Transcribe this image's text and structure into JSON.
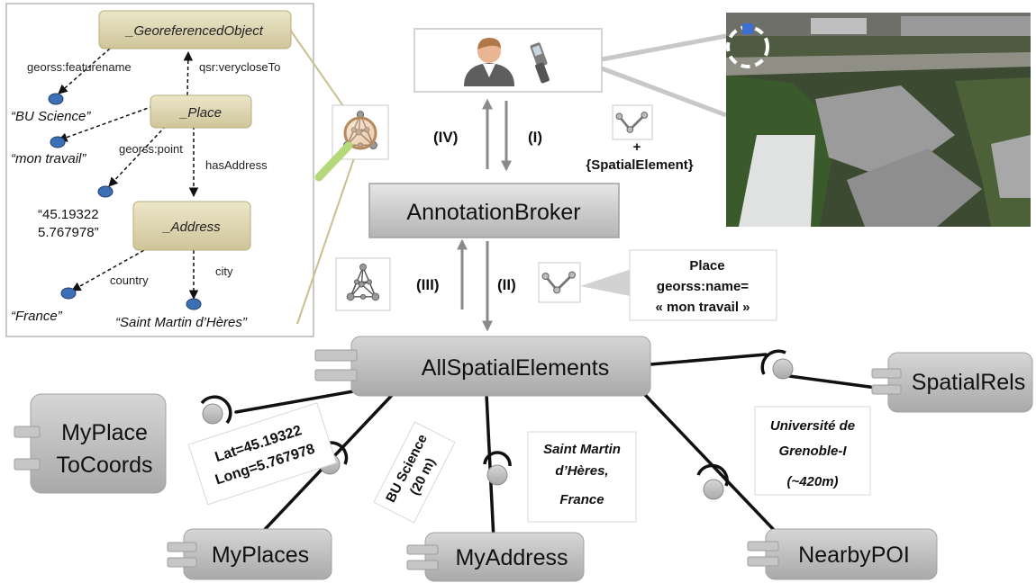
{
  "ontology": {
    "nodes": {
      "georef": "_GeoreferencedObject",
      "place": "_Place",
      "address": "_Address"
    },
    "edges": {
      "featurename": "georss:featurename",
      "verycloseto": "qsr:verycloseTo",
      "point": "georss:point",
      "hasaddress": "hasAddress",
      "country": "country",
      "city": "city"
    },
    "literals": {
      "bu_science": "“BU Science”",
      "mon_travail": "“mon travail”",
      "coords_line1": "“45.19322",
      "coords_line2": "5.767978”",
      "france": "“France”",
      "saint_martin": "“Saint Martin d’Hères”"
    }
  },
  "components": {
    "broker": "AnnotationBroker",
    "all_spatial": "AllSpatialElements",
    "myplace_to_coords_line1": "MyPlace",
    "myplace_to_coords_line2": "ToCoords",
    "myplaces": "MyPlaces",
    "myaddress": "MyAddress",
    "nearby_poi": "NearbyPOI",
    "spatial_rels": "SpatialRels"
  },
  "steps": {
    "i": "(I)",
    "ii": "(II)",
    "iii": "(III)",
    "iv": "(IV)"
  },
  "spatial_element": {
    "plus": "+",
    "label": "{SpatialElement}"
  },
  "query": {
    "line1": "Place",
    "line2": "georss:name=",
    "line3": "« mon travail »"
  },
  "results": {
    "coords_line1": "Lat=45.19322",
    "coords_line2": "Long=5.767978",
    "bu_line1": "BU Science",
    "bu_line2": "(20 m)",
    "addr_line1": "Saint Martin",
    "addr_line2": "d’Hères,",
    "addr_line3": "France",
    "univ_line1": "Université de",
    "univ_line2": "Grenoble-I",
    "univ_line3": "(~420m)"
  },
  "colors": {
    "ontology_node": "#d9d1a8",
    "component_fill": "#bdbdbd",
    "literal_dot": "#3d6fb5",
    "arrow": "#8a8a8a"
  }
}
